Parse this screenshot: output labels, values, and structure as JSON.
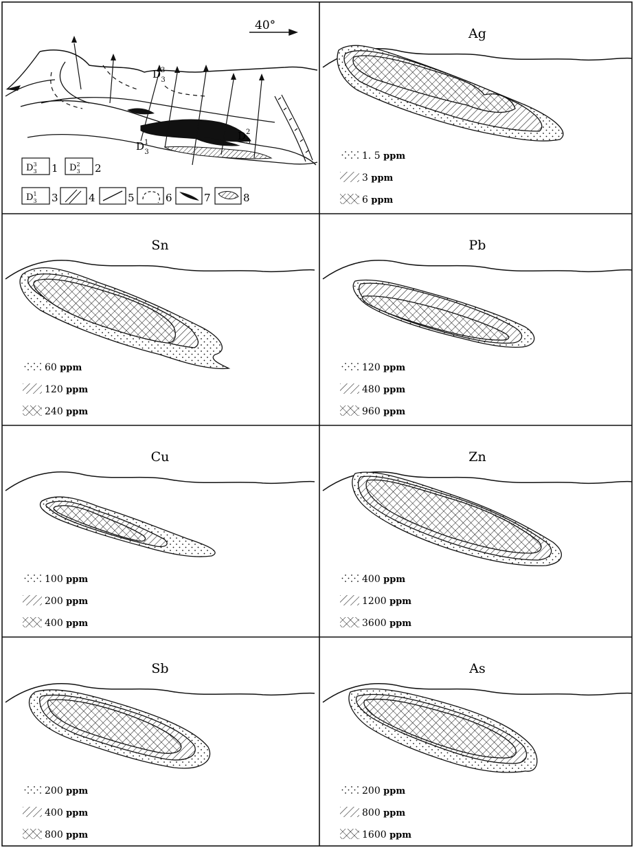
{
  "section_diagram": {
    "direction_label": "40°",
    "unit_labels": [
      {
        "base": "D",
        "sub": "3",
        "sup": "3"
      },
      {
        "base": "D",
        "sub": "3",
        "sup": "2"
      },
      {
        "base": "D",
        "sub": "3",
        "sup": "1"
      }
    ],
    "legend": [
      {
        "number": "1",
        "symbol": "unit-box",
        "unit": "D33"
      },
      {
        "number": "2",
        "symbol": "unit-box",
        "unit": "D32"
      },
      {
        "number": "3",
        "symbol": "unit-box",
        "unit": "D31"
      },
      {
        "number": "4",
        "symbol": "dike"
      },
      {
        "number": "5",
        "symbol": "line"
      },
      {
        "number": "6",
        "symbol": "dashed-boundary"
      },
      {
        "number": "7",
        "symbol": "ore-body-solid"
      },
      {
        "number": "8",
        "symbol": "ore-body-hatched"
      }
    ]
  },
  "panels": [
    {
      "element": "Ag",
      "levels": [
        {
          "value": "1. 5",
          "unit": "ppm"
        },
        {
          "value": "3",
          "unit": "ppm"
        },
        {
          "value": "6",
          "unit": "ppm"
        }
      ]
    },
    {
      "element": "Sn",
      "levels": [
        {
          "value": "60",
          "unit": "ppm"
        },
        {
          "value": "120",
          "unit": "ppm"
        },
        {
          "value": "240",
          "unit": "ppm"
        }
      ]
    },
    {
      "element": "Pb",
      "levels": [
        {
          "value": "120",
          "unit": "ppm"
        },
        {
          "value": "480",
          "unit": "ppm"
        },
        {
          "value": "960",
          "unit": "ppm"
        }
      ]
    },
    {
      "element": "Cu",
      "levels": [
        {
          "value": "100",
          "unit": "ppm"
        },
        {
          "value": "200",
          "unit": "ppm"
        },
        {
          "value": "400",
          "unit": "ppm"
        }
      ]
    },
    {
      "element": "Zn",
      "levels": [
        {
          "value": "400",
          "unit": "ppm"
        },
        {
          "value": "1200",
          "unit": "ppm"
        },
        {
          "value": "3600",
          "unit": "ppm"
        }
      ]
    },
    {
      "element": "Sb",
      "levels": [
        {
          "value": "200",
          "unit": "ppm"
        },
        {
          "value": "400",
          "unit": "ppm"
        },
        {
          "value": "800",
          "unit": "ppm"
        }
      ]
    },
    {
      "element": "As",
      "levels": [
        {
          "value": "200",
          "unit": "ppm"
        },
        {
          "value": "800",
          "unit": "ppm"
        },
        {
          "value": "1600",
          "unit": "ppm"
        }
      ]
    }
  ],
  "fill_patterns": [
    "dotted",
    "hatched",
    "cross-hatched"
  ]
}
